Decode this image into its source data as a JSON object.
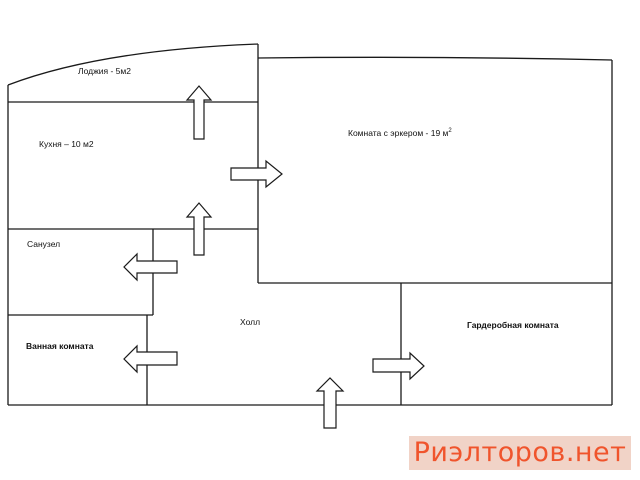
{
  "rooms": {
    "loggia": "Лоджия - 5м2",
    "kitchen": "Кухня – 10 м2",
    "bay_room": "Комната с эркером  - 19 м",
    "bay_room_sup": "2",
    "toilet": "Санузел",
    "bathroom": "Ванная комната",
    "hall": "Холл",
    "wardrobe": "Гардеробная  комната"
  },
  "watermark": "Риэлторов.нет"
}
